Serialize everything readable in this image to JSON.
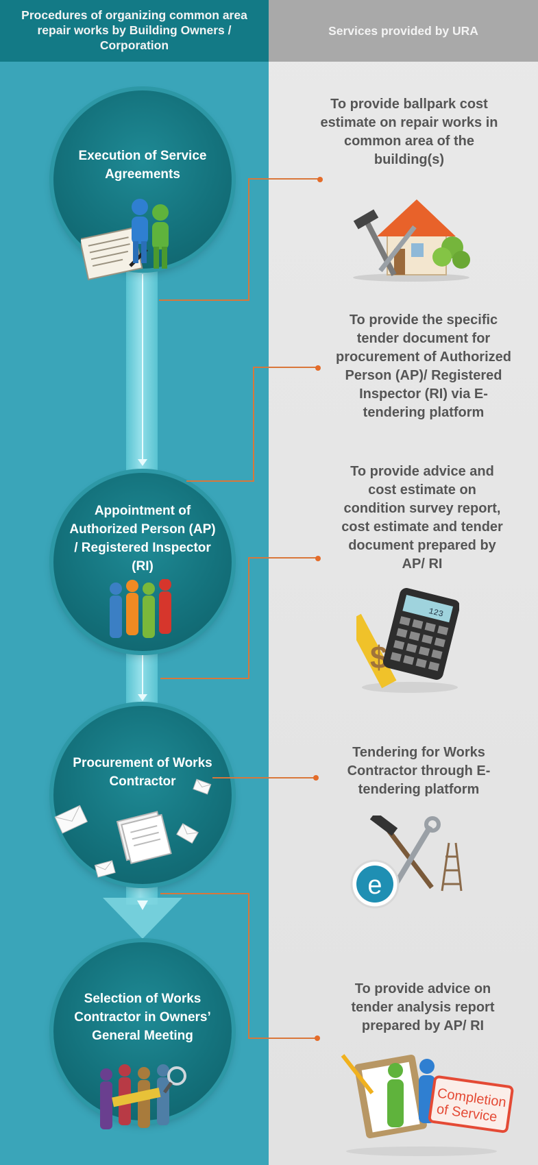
{
  "header": {
    "left_title": "Procedures of organizing common area repair works by Building Owners / Corporation",
    "right_title": "Services provided by URA"
  },
  "steps": [
    {
      "label": "Execution of Service Agreements"
    },
    {
      "label": "Appointment of Authorized Person (AP) / Registered Inspector (RI)"
    },
    {
      "label": "Procurement of Works Contractor"
    },
    {
      "label": "Selection of Works Contractor in Owners’ General Meeting"
    }
  ],
  "services": [
    {
      "text": "To provide ballpark cost estimate on repair works in common area of the building(s)"
    },
    {
      "text": "To provide the specific tender document for procurement of Authorized Person (AP)/ Registered Inspector (RI) via E-tendering platform"
    },
    {
      "text": "To provide advice and cost estimate on condition survey report, cost estimate and tender document prepared by AP/ RI"
    },
    {
      "text": "Tendering for Works Contractor through E-tendering platform"
    },
    {
      "text": "To provide advice on tender analysis report prepared by AP/ RI"
    }
  ],
  "stamp": {
    "line1": "Completion",
    "line2": "of Service"
  },
  "calculator_display": "123",
  "etender_letter": "e",
  "icons": [
    "contract-handshake-icon",
    "house-tools-icon",
    "people-group-icon",
    "calculator-ruler-icon",
    "documents-envelopes-icon",
    "tools-etender-icon",
    "voters-magnifier-icon",
    "clipboard-completion-icon"
  ],
  "colors": {
    "teal_bg": "#3aa5b9",
    "teal_header": "#137a86",
    "circle": "#14727c",
    "grey_bg": "#e6e6e6",
    "grey_header": "#a9a9a9",
    "connector": "#d9773a",
    "service_text": "#555555"
  }
}
